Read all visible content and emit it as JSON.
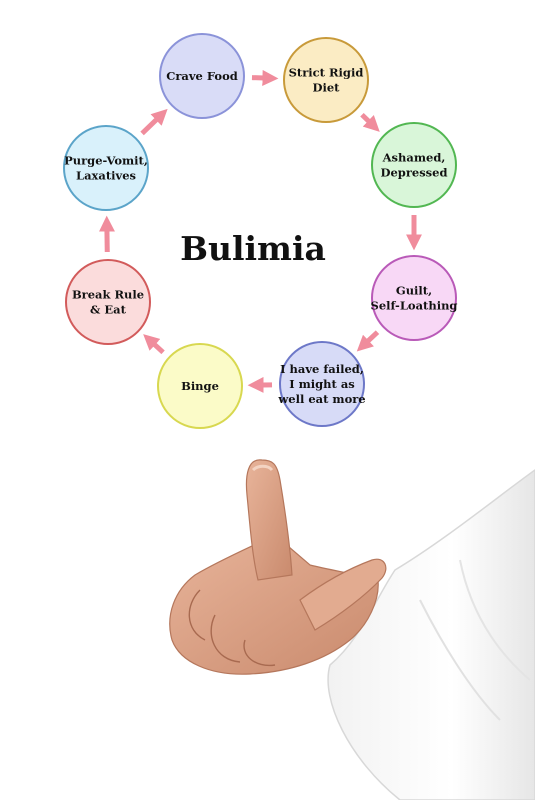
{
  "diagram": {
    "title": "Bulimia",
    "nodes": [
      {
        "id": "crave",
        "lines": [
          "Crave Food"
        ],
        "fill": "#d9dcf7",
        "stroke": "#8b93d9"
      },
      {
        "id": "diet",
        "lines": [
          "Strict Rigid",
          "Diet"
        ],
        "fill": "#fbecc4",
        "stroke": "#c89a3a"
      },
      {
        "id": "ashamed",
        "lines": [
          "Ashamed,",
          "Depressed"
        ],
        "fill": "#d9f6d9",
        "stroke": "#52b752"
      },
      {
        "id": "guilt",
        "lines": [
          "Guilt,",
          "Self-Loathing"
        ],
        "fill": "#f8d8f6",
        "stroke": "#b95ab8"
      },
      {
        "id": "failed",
        "lines": [
          "I have failed,",
          "I might as",
          "well eat more"
        ],
        "fill": "#d7dbf7",
        "stroke": "#6d78c8"
      },
      {
        "id": "binge",
        "lines": [
          "Binge"
        ],
        "fill": "#fbfbc8",
        "stroke": "#d8d850"
      },
      {
        "id": "break",
        "lines": [
          "Break Rule",
          "& Eat"
        ],
        "fill": "#fbdcdc",
        "stroke": "#d25b5b"
      },
      {
        "id": "purge",
        "lines": [
          "Purge-Vomit,",
          "Laxatives"
        ],
        "fill": "#d9f1fb",
        "stroke": "#5ba4c9"
      }
    ],
    "arrow_color": "#f08c9c",
    "flow": "clockwise"
  },
  "illustration": {
    "subject": "pointing-hand"
  }
}
